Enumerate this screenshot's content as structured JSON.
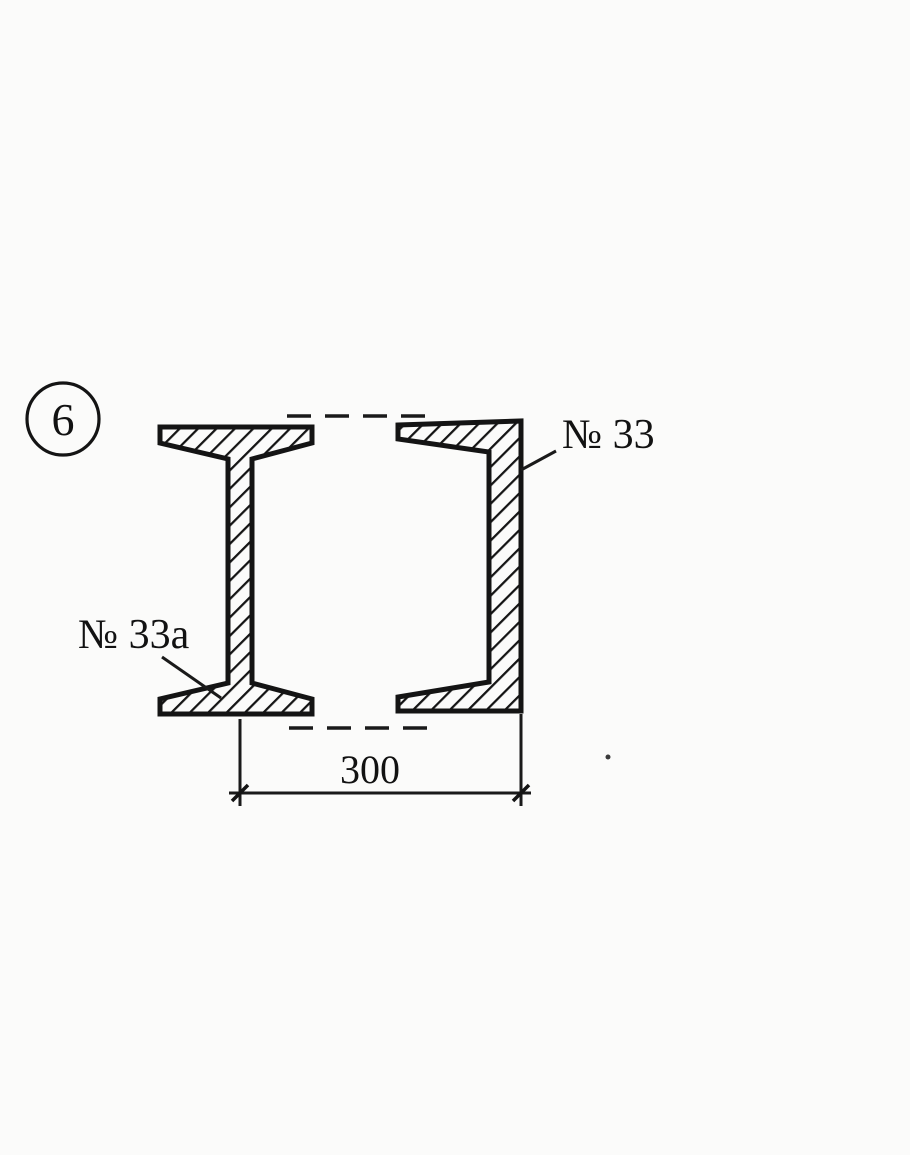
{
  "page": {
    "paper_color": "#fbfbfa",
    "ink_color": "#141414"
  },
  "figure": {
    "number": "6",
    "left_label": "№ 33a",
    "right_label": "№ 33",
    "dimension_value": "300"
  }
}
